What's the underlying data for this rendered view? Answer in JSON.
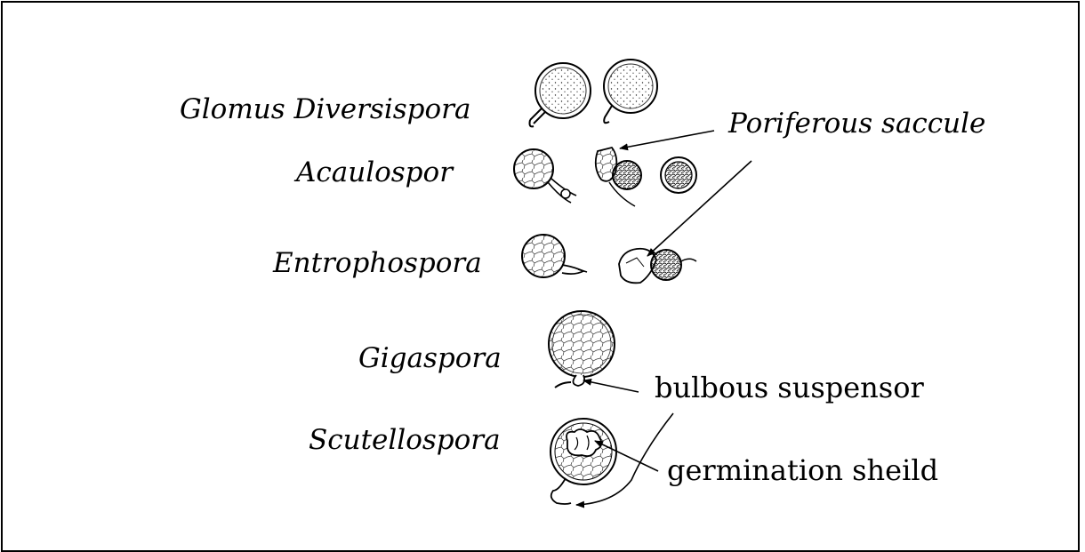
{
  "genera": [
    {
      "label": "Glomus Diversispora"
    },
    {
      "label": "Acaulospor"
    },
    {
      "label": "Entrophospora"
    },
    {
      "label": "Gigaspora"
    },
    {
      "label": "Scutellospora"
    }
  ],
  "annotations": {
    "poriferous": "Poriferous saccule",
    "bulbous": "bulbous suspensor",
    "germination": "germination sheild"
  }
}
